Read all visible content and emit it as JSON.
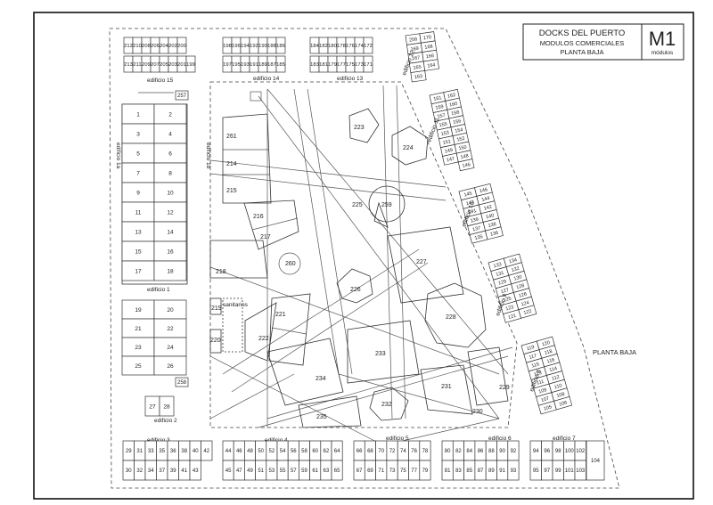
{
  "title_block": {
    "title": "DOCKS DEL PUERTO",
    "line2": "MODULOS  COMERCIALES",
    "line3": "PLANTA BAJA",
    "code": "M1",
    "code_sub": "módulos"
  },
  "side_label": "PLANTA BAJA",
  "buildings": {
    "edificio_15": "edificio 15",
    "edificio_14": "edificio 14",
    "edificio_13": "edificio 13",
    "edificio_12": "edificio 12",
    "edificio_11": "edificio 11",
    "edificio_10": "edificio 10",
    "edificio_9": "edificio 9",
    "edificio_8": "edificio 8",
    "edificio_1a": "edificio 1a",
    "edificio_1b": "edificio 1b",
    "edificio_1": "edificio 1",
    "edificio_2": "edificio 2",
    "edificio_3": "edificio 3",
    "edificio_4": "edificio 4",
    "edificio_5": "edificio 5",
    "edificio_6": "edificio 6",
    "edificio_7": "edificio 7",
    "sanitarios": "sanitarios"
  },
  "modules": {
    "e15_top": [
      "212",
      "210",
      "208",
      "206",
      "204",
      "202",
      "200"
    ],
    "e15_bot": [
      "213",
      "211",
      "209",
      "207",
      "205",
      "203",
      "201",
      "199"
    ],
    "e14_top": [
      "198",
      "196",
      "194",
      "192",
      "190",
      "188",
      "186"
    ],
    "e14_bot": [
      "197",
      "195",
      "193",
      "191",
      "189",
      "187",
      "185"
    ],
    "e13_top": [
      "184",
      "182",
      "180",
      "178",
      "176",
      "174",
      "172"
    ],
    "e13_bot": [
      "183",
      "181",
      "179",
      "177",
      "175",
      "173",
      "171"
    ],
    "e12_left": [
      "256",
      "169",
      "167",
      "165",
      "163"
    ],
    "e12_right": [
      "170",
      "168",
      "166",
      "164"
    ],
    "e11_left": [
      "161",
      "159",
      "157",
      "155",
      "153",
      "151",
      "149",
      "147"
    ],
    "e11_right": [
      "162",
      "160",
      "158",
      "156",
      "154",
      "152",
      "150",
      "148",
      "146"
    ],
    "e10_left": [
      "145",
      "143",
      "141",
      "139",
      "137",
      "135"
    ],
    "e10_right": [
      "146",
      "144",
      "142",
      "140",
      "138",
      "136"
    ],
    "e9_left": [
      "133",
      "131",
      "129",
      "127",
      "125",
      "123",
      "121"
    ],
    "e9_right": [
      "134",
      "132",
      "130",
      "128",
      "126",
      "124",
      "122"
    ],
    "e8_left": [
      "119",
      "117",
      "115",
      "113",
      "111",
      "109",
      "107",
      "105"
    ],
    "e8_right": [
      "120",
      "118",
      "116",
      "114",
      "112",
      "110",
      "108",
      "106"
    ],
    "e1a_left": [
      "1",
      "3",
      "5",
      "7",
      "9",
      "11",
      "13",
      "15",
      "17"
    ],
    "e1a_right": [
      "2",
      "4",
      "6",
      "8",
      "10",
      "12",
      "14",
      "16",
      "18"
    ],
    "e1_left": [
      "19",
      "21",
      "23",
      "25"
    ],
    "e1_right": [
      "20",
      "22",
      "24",
      "26"
    ],
    "m257": "257",
    "m258": "258",
    "e2": [
      "27",
      "28"
    ],
    "e3_top": [
      "29",
      "31",
      "33",
      "35",
      "36",
      "38",
      "40",
      "42"
    ],
    "e3_bot": [
      "30",
      "32",
      "34",
      "37",
      "39",
      "41",
      "43"
    ],
    "e4_top": [
      "44",
      "46",
      "48",
      "50",
      "52",
      "54",
      "56",
      "58",
      "60",
      "62",
      "64"
    ],
    "e4_bot": [
      "45",
      "47",
      "49",
      "51",
      "53",
      "55",
      "57",
      "59",
      "61",
      "63",
      "65"
    ],
    "e5_top": [
      "66",
      "68",
      "70",
      "72",
      "74",
      "76",
      "78"
    ],
    "e5_bot": [
      "67",
      "69",
      "71",
      "73",
      "75",
      "77",
      "79"
    ],
    "e6_top": [
      "80",
      "82",
      "84",
      "86",
      "88",
      "90",
      "92"
    ],
    "e6_bot": [
      "81",
      "83",
      "85",
      "87",
      "89",
      "91",
      "93"
    ],
    "e7_top": [
      "94",
      "96",
      "98",
      "100",
      "102"
    ],
    "e7_bot": [
      "95",
      "97",
      "99",
      "101",
      "103"
    ],
    "m104": "104",
    "e1b": [
      "261",
      "214",
      "215",
      "216",
      "217",
      "218",
      "219",
      "220",
      "221",
      "222",
      "260"
    ],
    "plaza": [
      "223",
      "224",
      "225",
      "259",
      "226",
      "227",
      "228",
      "233",
      "234",
      "231",
      "229",
      "232",
      "230",
      "235"
    ]
  }
}
